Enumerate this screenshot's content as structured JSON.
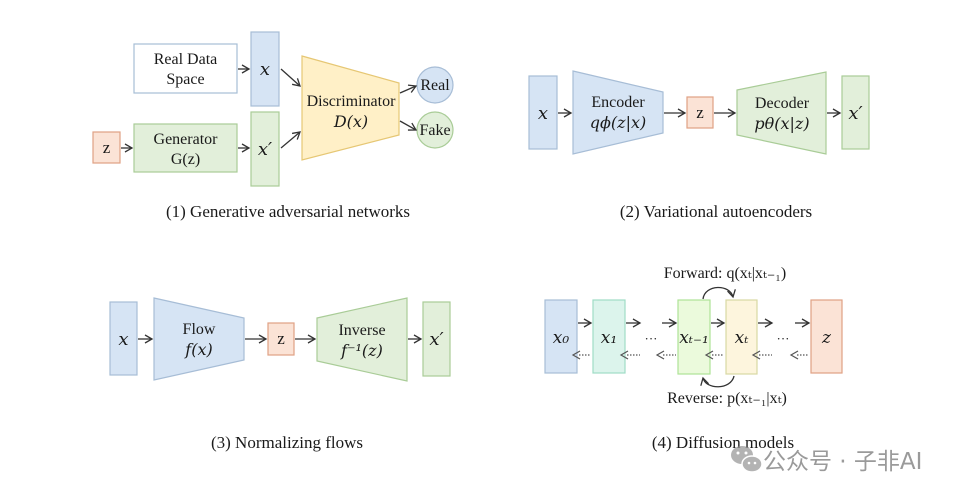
{
  "colors": {
    "blue_fill": "#d6e4f4",
    "blue_stroke": "#a7bdd6",
    "green_fill": "#e2efda",
    "green_stroke": "#a9cc97",
    "orange_fill": "#fbe3d6",
    "orange_stroke": "#e0a184",
    "yellow_fill": "#fff0c7",
    "yellow_stroke": "#e6c774",
    "teal_fill": "#dcf4ec",
    "teal_stroke": "#9fdcc6",
    "lime_fill": "#ebfadc",
    "lime_stroke": "#aee397",
    "cream_fill": "#fdf5dd",
    "cream_stroke": "#d8d8a4",
    "white_fill": "#ffffff"
  },
  "gan": {
    "real_data_line1": "Real Data",
    "real_data_line2": "Space",
    "x": "x",
    "x_prime": "x′",
    "z": "z",
    "generator": "Generator",
    "generator_fn": "G(z)",
    "discriminator": "Discriminator",
    "discriminator_fn": "D(x)",
    "real": "Real",
    "fake": "Fake",
    "caption": "(1) Generative adversarial networks"
  },
  "vae": {
    "x": "x",
    "encoder": "Encoder",
    "encoder_fn": "qϕ(z|x)",
    "z": "z",
    "decoder": "Decoder",
    "decoder_fn": "pθ(x|z)",
    "x_prime": "x′",
    "caption": "(2) Variational autoencoders"
  },
  "flow": {
    "x": "x",
    "flow": "Flow",
    "flow_fn": "f(x)",
    "z": "z",
    "inverse": "Inverse",
    "inverse_fn": "f⁻¹(z)",
    "x_prime": "x′",
    "caption": "(3) Normalizing flows"
  },
  "diffusion": {
    "forward_label": "Forward: q(xₜ|xₜ₋₁)",
    "reverse_label": "Reverse: p(xₜ₋₁|xₜ)",
    "x0": "x₀",
    "x1": "x₁",
    "xt_minus_1": "xₜ₋₁",
    "xt": "xₜ",
    "z": "z",
    "ellipsis": "···",
    "caption": "(4) Diffusion models"
  },
  "watermark": {
    "icon": "wechat-icon",
    "text": "公众号 · 子非AI"
  }
}
